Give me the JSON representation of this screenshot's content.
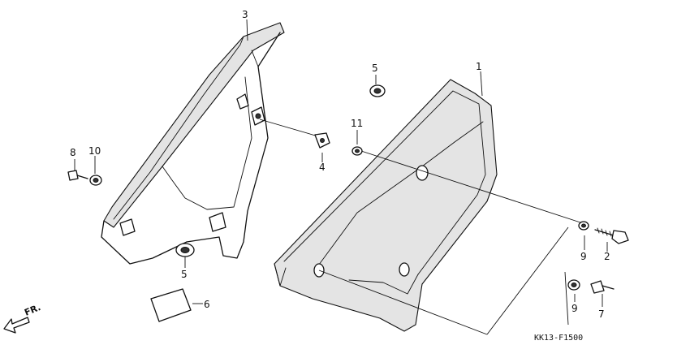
{
  "diagram_code": "KK13-F1500",
  "direction_label": "FR.",
  "callouts": {
    "c3": "3",
    "c5a": "5",
    "c1": "1",
    "c11": "11",
    "c4": "4",
    "c8": "8",
    "c10": "10",
    "c5b": "5",
    "c6": "6",
    "c9a": "9",
    "c2": "2",
    "c9b": "9",
    "c7": "7"
  },
  "colors": {
    "ink": "#111111",
    "paper": "#ffffff",
    "panel_shade": "#e4e4e4"
  }
}
